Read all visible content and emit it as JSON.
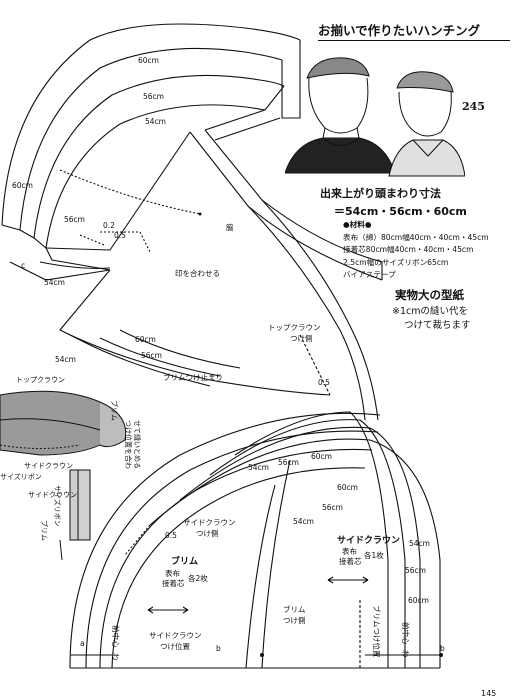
{
  "header": {
    "title": "お揃いで作りたいハンチング",
    "page_number": "245"
  },
  "finished": {
    "title": "出来上がり頭まわり寸法",
    "sizes": "＝54cm・56cm・60cm"
  },
  "materials": {
    "heading": "●材料●",
    "lines": [
      "表布（綿）80cm幅40cm・40cm・45cm",
      "接着芯80cm幅40cm・40cm・45cm",
      "2.5cm幅のサイズリボン65cm",
      "バイアステープ"
    ]
  },
  "pattern": {
    "title": "実物大の型紙",
    "note_line1": "※1cmの縫い代を",
    "note_line2": "つけて裁ちます"
  },
  "labels": {
    "s60": "60cm",
    "s56": "56cm",
    "s54": "54cm",
    "s60b": "60cm",
    "s56b": "56cm",
    "s54b": "54cm",
    "s54c": "54cm",
    "s56c": "56cm",
    "s60c": "60cm",
    "s54d": "54cm",
    "s56d": "56cm",
    "s60d": "60cm",
    "s54e": "54cm",
    "s56e": "56cm",
    "s60e": "60cm",
    "s54f": "54cm",
    "s56f": "56cm",
    "s60f": "60cm",
    "s60left": "60cm",
    "v02": "0.2",
    "v05": "0.5",
    "v05b": "0.5",
    "v05c": "0.5",
    "c_mark": "c",
    "a_mark": "a",
    "b_mark": "b",
    "b_mark2": "b",
    "center_fold": "脇",
    "match_mark": "印を合わせる",
    "top_crown_side": "トップクラウン",
    "top_crown_side2": "つけ側",
    "brim_stop": "ブリムつけ止まり",
    "side_crown_attach": "サイドクラウン",
    "side_crown_attach2": "つけ側",
    "brim_attach": "ブリム",
    "brim_attach2": "つけ側",
    "brim_label": "ブリム",
    "brim_fabric": "表布",
    "brim_interfacing": "接着芯",
    "brim_count": "各2枚",
    "side_crown_label": "サイドクラウン",
    "side_fabric": "表布",
    "side_interfacing": "接着芯",
    "side_count": "各1枚",
    "front_center": "前中心",
    "front_center_wa": "わ",
    "front_center2": "前中心",
    "front_center2_wa": "わ",
    "side_crown_pos": "サイドクラウン",
    "side_crown_pos2": "つけ位置",
    "brim_pos": "ブリムつけ位置",
    "illus_top_crown": "トップクラウン",
    "illus_brim": "ブリム",
    "illus_size_ribbon": "サイズリボン",
    "illus_side_crown": "サイドクラウン",
    "illus_side_crown2": "サイドクラウン",
    "illus_size_ribbon2": "サイズリボン",
    "illus_brim2": "ブリム",
    "illus_note1": "つけ位置を合わ",
    "illus_note2": "せて縫いとめる",
    "folio": "145"
  }
}
